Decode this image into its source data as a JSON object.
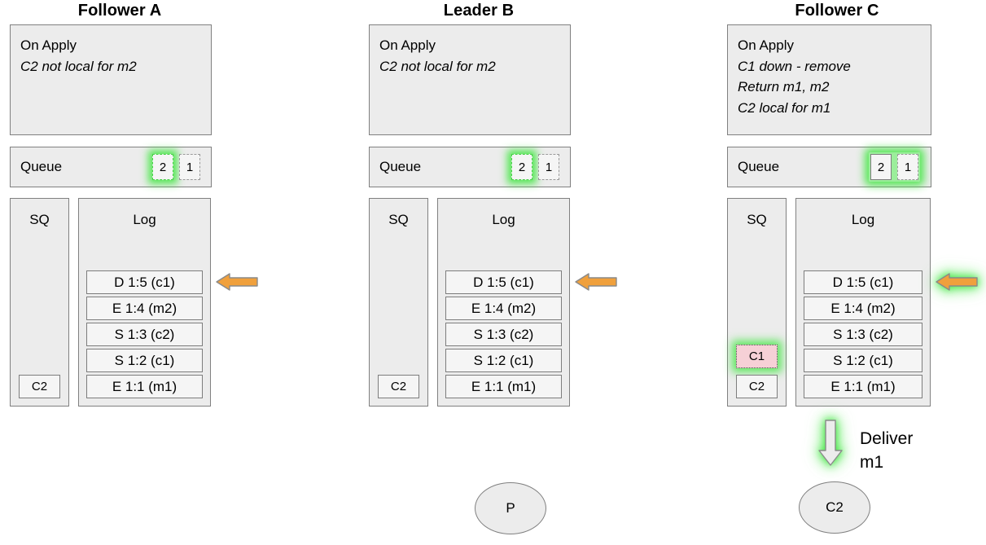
{
  "diagram": {
    "accent_green": "#3ce63c",
    "arrow_orange": "#f0a03c",
    "panel_gray": "#ececec",
    "box_border": "#7d7d7d",
    "pink_fill": "#f6d0d6"
  },
  "nodes": [
    {
      "title": "Follower A",
      "apply": {
        "header": "On Apply",
        "lines": [
          "C2 not local for m2"
        ]
      },
      "queue": {
        "label": "Queue",
        "slots": [
          {
            "value": "2",
            "style": "dashed-green",
            "highlighted": true
          },
          {
            "value": "1",
            "style": "dashed-gray",
            "highlighted": false
          }
        ],
        "group_glow": false
      },
      "sq": {
        "header": "SQ",
        "items": [
          {
            "value": "C2",
            "style": "plain"
          }
        ]
      },
      "log": {
        "header": "Log",
        "entries": [
          "D 1:5 (c1)",
          "E 1:4 (m2)",
          "S 1:3 (c2)",
          "S 1:2 (c1)",
          "E 1:1 (m1)"
        ]
      },
      "arrow": {
        "direction": "left",
        "color": "orange",
        "glow": false
      }
    },
    {
      "title": "Leader B",
      "apply": {
        "header": "On Apply",
        "lines": [
          "C2 not local for m2"
        ]
      },
      "queue": {
        "label": "Queue",
        "slots": [
          {
            "value": "2",
            "style": "dashed-green",
            "highlighted": true
          },
          {
            "value": "1",
            "style": "dashed-gray",
            "highlighted": false
          }
        ],
        "group_glow": false
      },
      "sq": {
        "header": "SQ",
        "items": [
          {
            "value": "C2",
            "style": "plain"
          }
        ]
      },
      "log": {
        "header": "Log",
        "entries": [
          "D 1:5 (c1)",
          "E 1:4 (m2)",
          "S 1:3 (c2)",
          "S 1:2 (c1)",
          "E 1:1 (m1)"
        ]
      },
      "arrow": {
        "direction": "left",
        "color": "orange",
        "glow": false
      }
    },
    {
      "title": "Follower C",
      "apply": {
        "header": "On Apply",
        "lines": [
          "C1 down - remove",
          "Return m1, m2",
          "C2 local for m1"
        ]
      },
      "queue": {
        "label": "Queue",
        "slots": [
          {
            "value": "2",
            "style": "solid-gray",
            "highlighted": false
          },
          {
            "value": "1",
            "style": "dashed-gray",
            "highlighted": false
          }
        ],
        "group_glow": true
      },
      "sq": {
        "header": "SQ",
        "items": [
          {
            "value": "C1",
            "style": "pink"
          },
          {
            "value": "C2",
            "style": "plain"
          }
        ]
      },
      "log": {
        "header": "Log",
        "entries": [
          "D 1:5 (c1)",
          "E 1:4 (m2)",
          "S 1:3 (c2)",
          "S 1:2 (c1)",
          "E 1:1 (m1)"
        ]
      },
      "arrow": {
        "direction": "left",
        "color": "orange",
        "glow": true
      }
    }
  ],
  "deliver": {
    "label": "Deliver\nm1",
    "arrow_direction": "down",
    "arrow_glow": true
  },
  "clients": [
    {
      "id": "ellipse-p",
      "label": "P"
    },
    {
      "id": "ellipse-c2",
      "label": "C2"
    }
  ]
}
